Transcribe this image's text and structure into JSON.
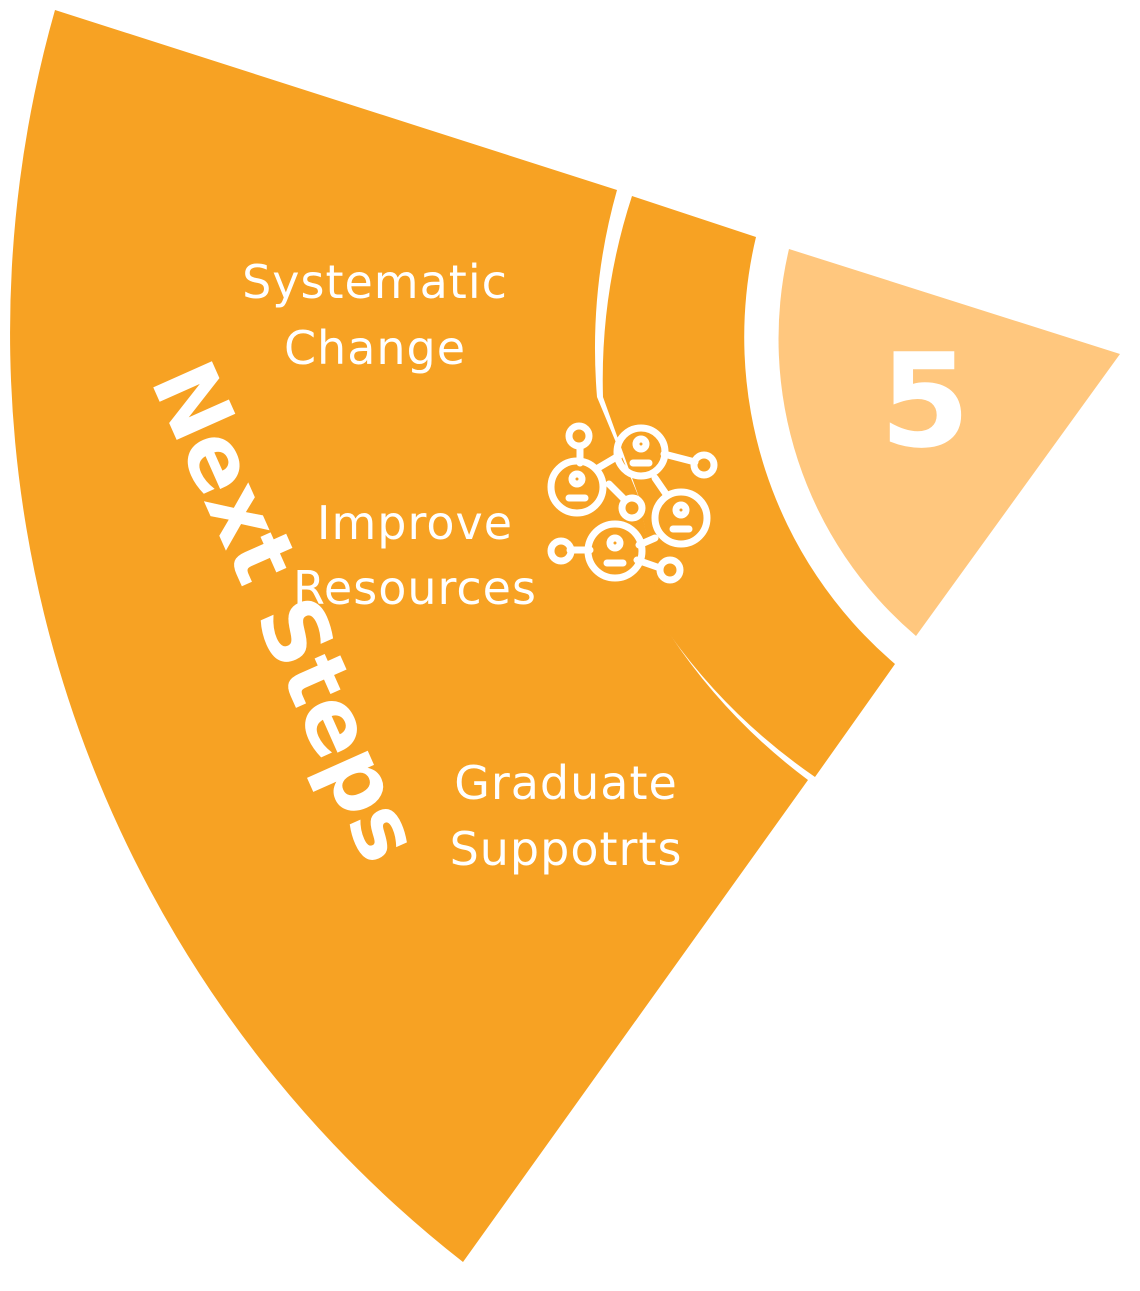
{
  "section": {
    "title": "Next Steps",
    "step_number": "5"
  },
  "items": [
    {
      "line1": "Systematic",
      "line2": "Change"
    },
    {
      "line1": "Improve",
      "line2": "Resources",
      "icon": "network-people-icon"
    },
    {
      "line1": "Graduate",
      "line2": "Suppotrts"
    }
  ],
  "colors": {
    "wedge": "#F7A223",
    "number_tip": "#FFC77E",
    "foreground": "#FFFFFF"
  }
}
